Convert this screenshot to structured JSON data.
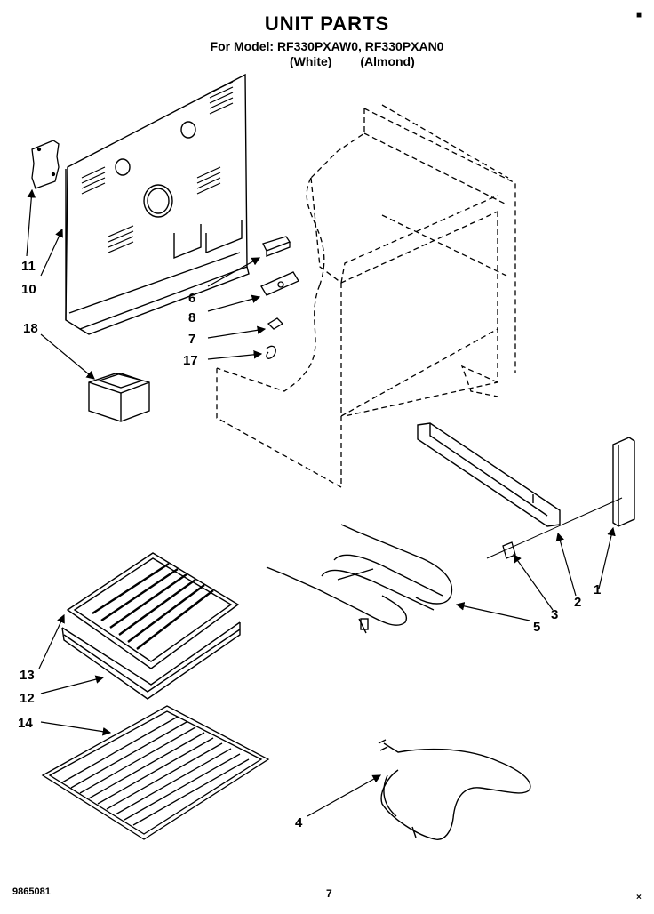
{
  "header": {
    "title": "UNIT PARTS",
    "model_line": "For Model: RF330PXAW0, RF330PXAN0",
    "variant_white": "(White)",
    "variant_almond": "(Almond)"
  },
  "footer": {
    "doc_code": "9865081",
    "page_number": "7"
  },
  "callouts": [
    {
      "id": "c11",
      "label": "11"
    },
    {
      "id": "c10",
      "label": "10"
    },
    {
      "id": "c18",
      "label": "18"
    },
    {
      "id": "c6",
      "label": "6"
    },
    {
      "id": "c8",
      "label": "8"
    },
    {
      "id": "c7",
      "label": "7"
    },
    {
      "id": "c17",
      "label": "17"
    },
    {
      "id": "c1",
      "label": "1"
    },
    {
      "id": "c2",
      "label": "2"
    },
    {
      "id": "c3",
      "label": "3"
    },
    {
      "id": "c5",
      "label": "5"
    },
    {
      "id": "c13",
      "label": "13"
    },
    {
      "id": "c12",
      "label": "12"
    },
    {
      "id": "c14",
      "label": "14"
    },
    {
      "id": "c4",
      "label": "4"
    }
  ]
}
